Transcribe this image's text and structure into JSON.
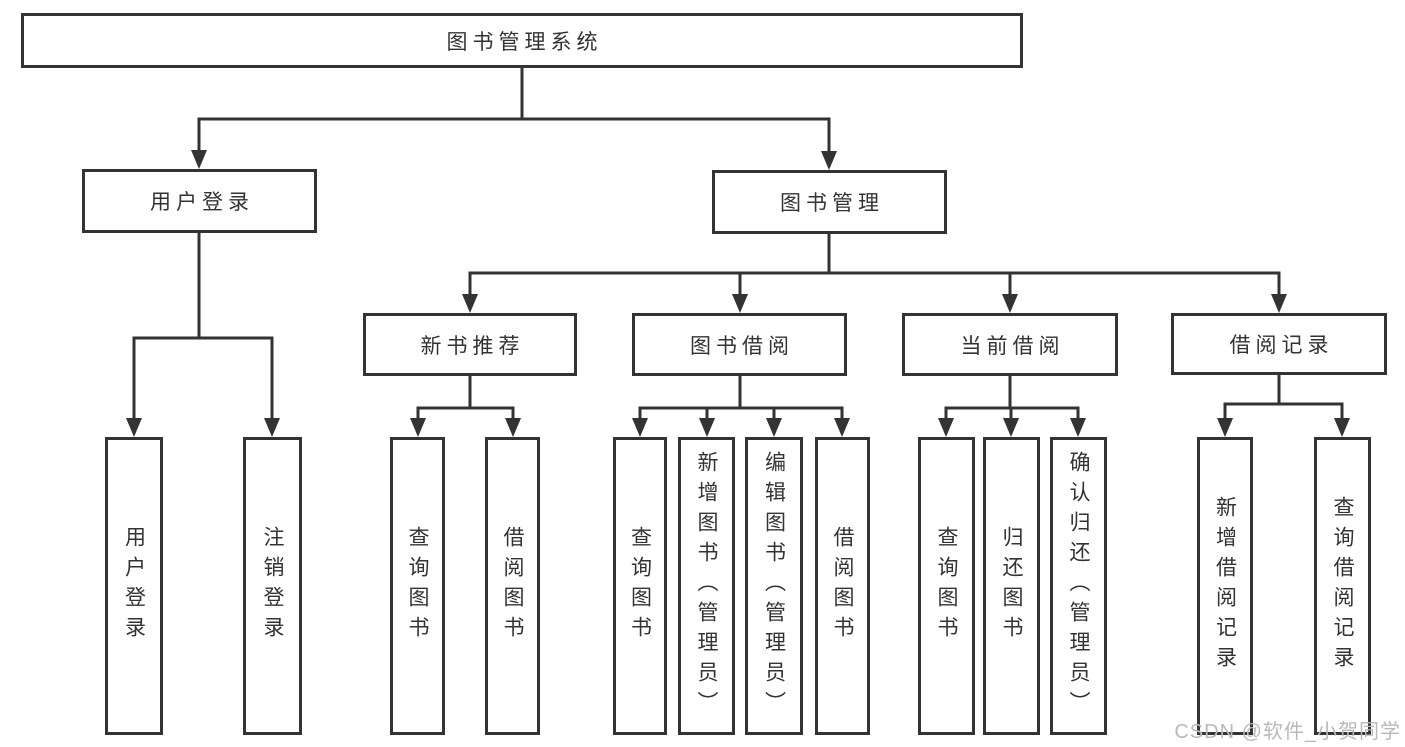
{
  "palette": {
    "line": "#333333",
    "box_border": "#333333",
    "box_bg": "#ffffff",
    "text": "#333333",
    "watermark_color": "#b9b9b9",
    "canvas_bg": "#ffffff"
  },
  "nodes": {
    "root": "图书管理系统",
    "user_login": "用户登录",
    "book_mgmt": "图书管理",
    "new_books": "新书推荐",
    "book_borrow": "图书借阅",
    "current_borrow": "当前借阅",
    "borrow_records": "借阅记录"
  },
  "leaves": {
    "user_login_1": "用户登录",
    "user_login_2": "注销登录",
    "new_books_1": "查询图书",
    "new_books_2": "借阅图书",
    "book_borrow_1": "查询图书",
    "book_borrow_2": "新增图书（管理员）",
    "book_borrow_3": "编辑图书（管理员）",
    "book_borrow_4": "借阅图书",
    "current_borrow_1": "查询图书",
    "current_borrow_2": "归还图书",
    "current_borrow_3": "确认归还（管理员）",
    "borrow_records_1": "新增借阅记录",
    "borrow_records_2": "查询借阅记录"
  },
  "watermark": "CSDN @软件_小贺同学"
}
